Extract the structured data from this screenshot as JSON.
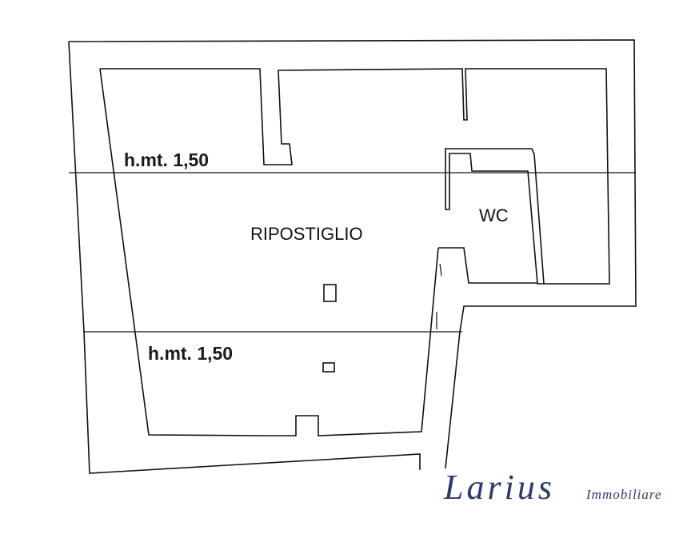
{
  "plan": {
    "height_label_upper": "h.mt. 1,50",
    "height_label_lower": "h.mt. 1,50",
    "room_storage": "RIPOSTIGLIO",
    "room_wc": "WC"
  },
  "brand": {
    "name": "Larius",
    "suffix": "Immobiliare",
    "color": "#2d3b6b"
  },
  "colors": {
    "line": "#111111",
    "background": "#ffffff"
  }
}
